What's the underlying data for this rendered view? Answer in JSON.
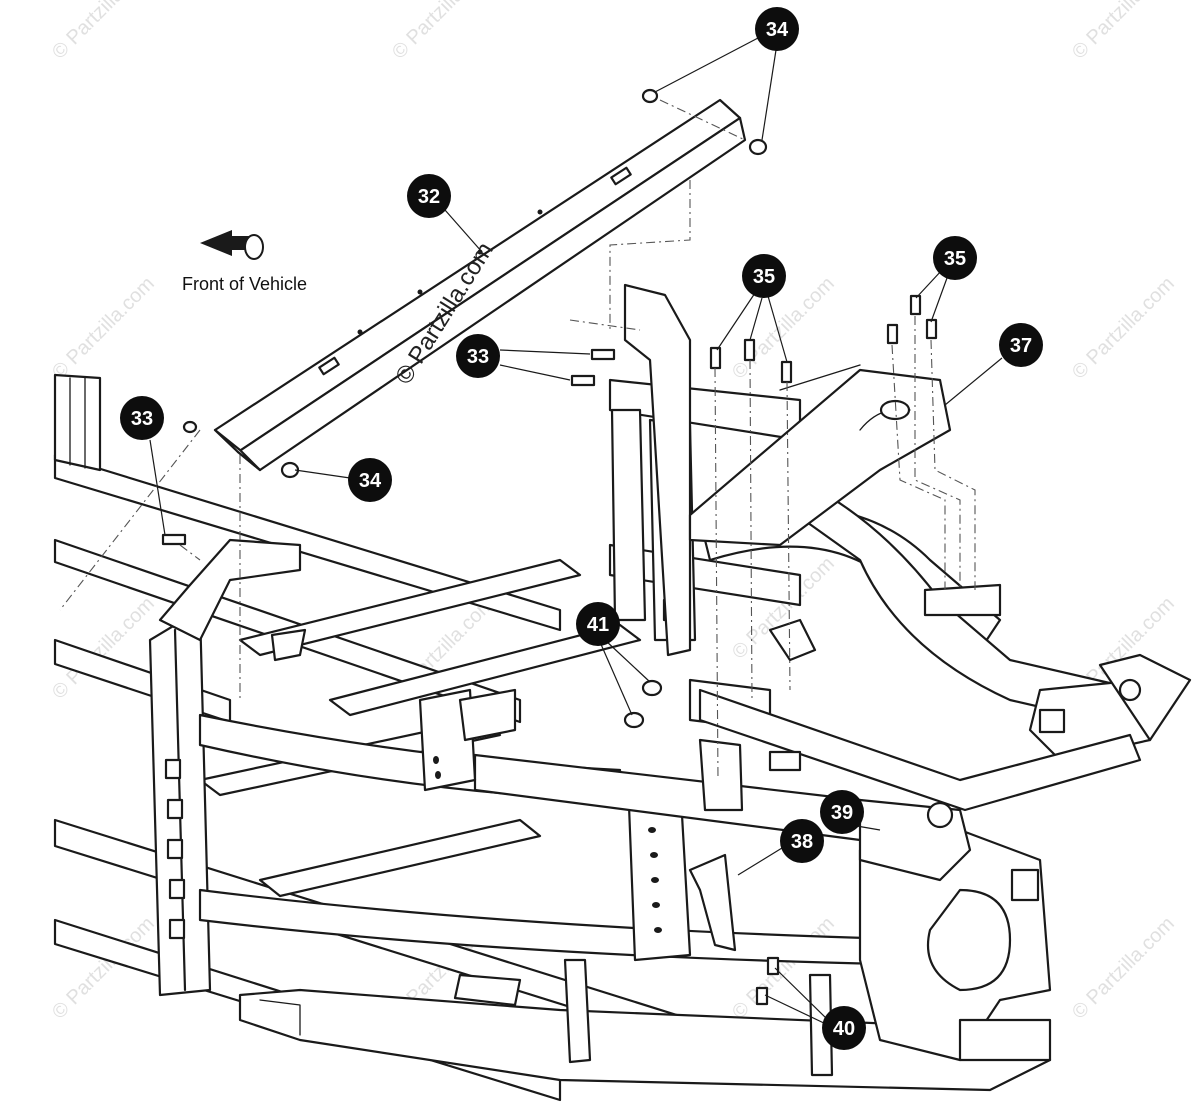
{
  "diagram": {
    "front_label": "Front of Vehicle",
    "watermark_main": "© Partzilla.com",
    "watermark_small": "© Partzilla.com",
    "callouts": {
      "c32": "32",
      "c33a": "33",
      "c33b": "33",
      "c34a": "34",
      "c34b": "34",
      "c35a": "35",
      "c35b": "35",
      "c37": "37",
      "c38": "38",
      "c39": "39",
      "c40": "40",
      "c41": "41"
    }
  }
}
